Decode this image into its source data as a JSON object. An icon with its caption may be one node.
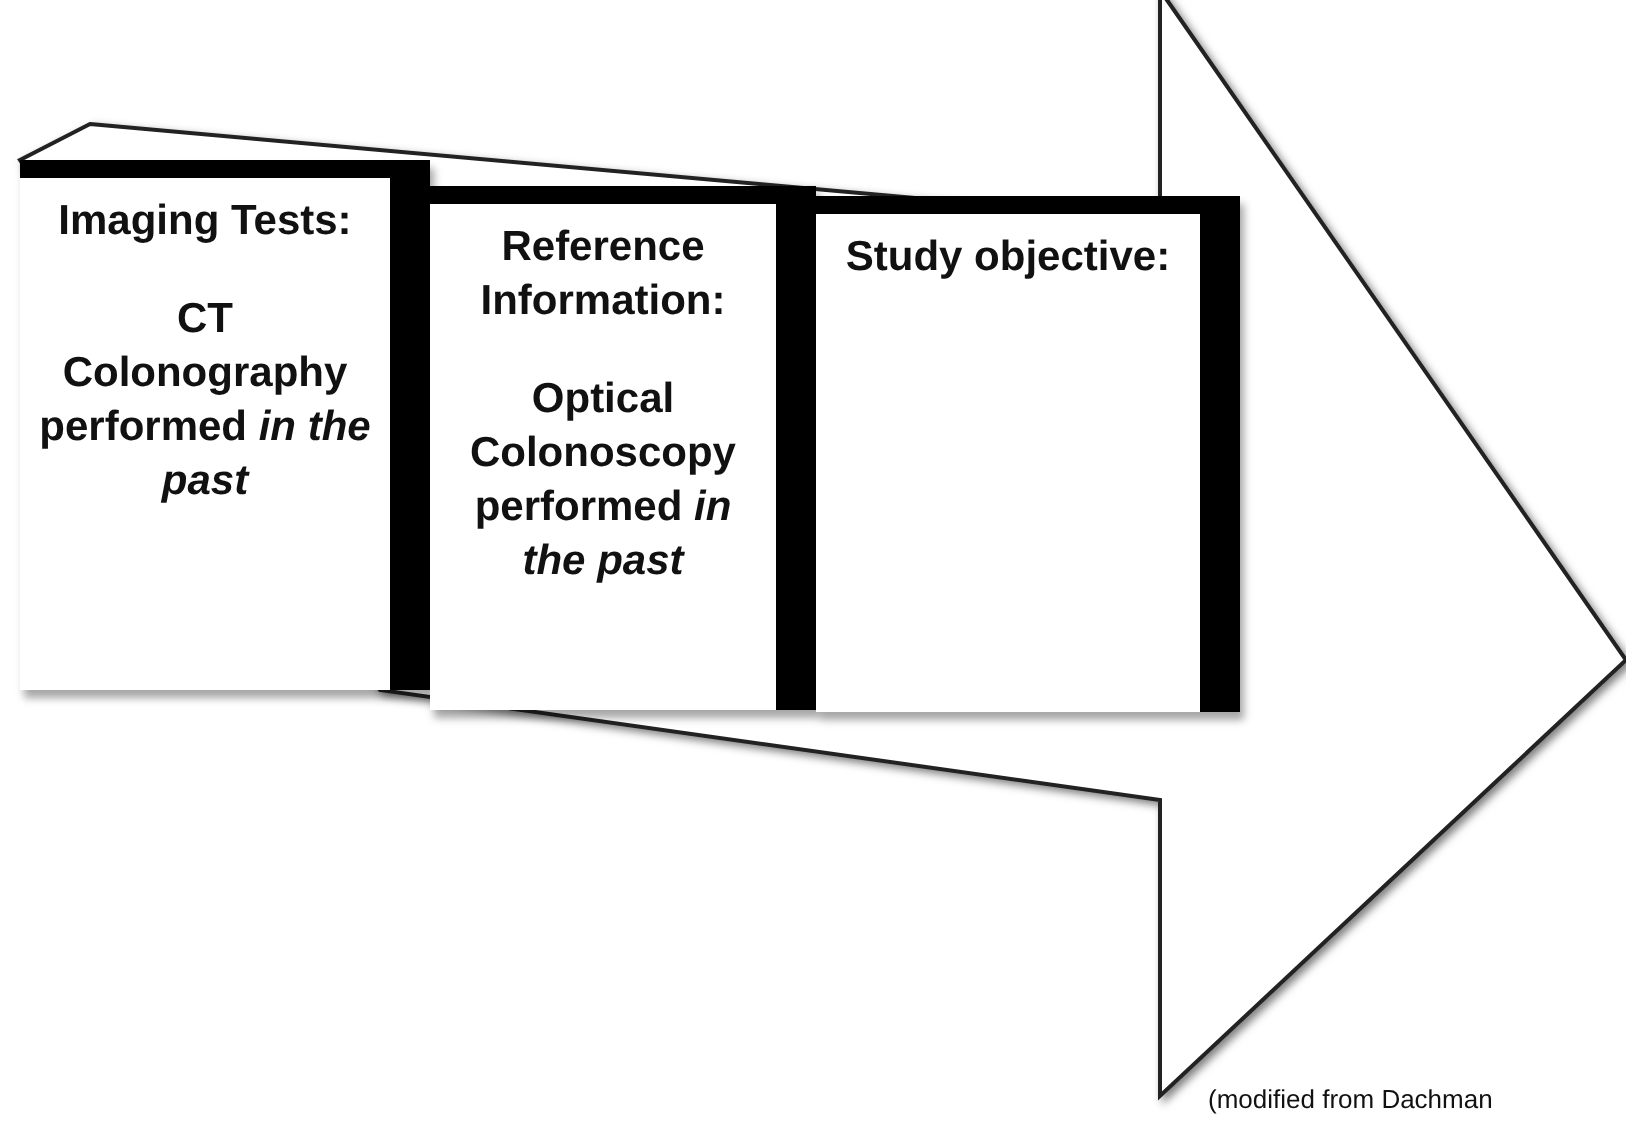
{
  "diagram": {
    "nodes": [
      {
        "text": [
          "Imaging Tests:",
          "CT Colonography performed *in the past*"
        ]
      },
      {
        "text": [
          "Reference Information:",
          "Optical Colonoscopy performed *in the past*"
        ]
      },
      {
        "text": [
          "Study objective:"
        ]
      }
    ],
    "labels": [
      "(modified from Dachman"
    ]
  }
}
